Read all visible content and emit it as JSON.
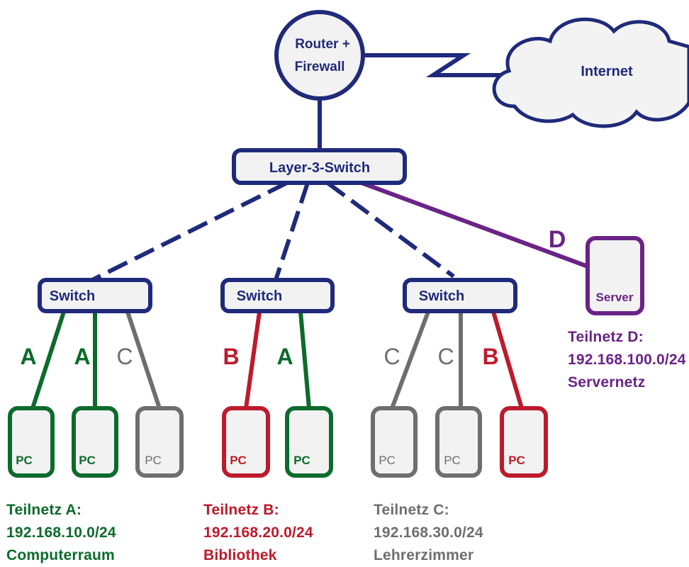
{
  "router": {
    "line1": "Router +",
    "line2": "Firewall"
  },
  "internet": {
    "label": "Internet"
  },
  "layer3": {
    "label": "Layer-3-Switch"
  },
  "switches": [
    {
      "label": "Switch"
    },
    {
      "label": "Switch"
    },
    {
      "label": "Switch"
    }
  ],
  "server": {
    "label": "Server",
    "link_label": "D"
  },
  "pcs": [
    {
      "label": "PC"
    },
    {
      "label": "PC"
    },
    {
      "label": "PC"
    },
    {
      "label": "PC"
    },
    {
      "label": "PC"
    },
    {
      "label": "PC"
    },
    {
      "label": "PC"
    },
    {
      "label": "PC"
    }
  ],
  "links": [
    {
      "label": "A"
    },
    {
      "label": "A"
    },
    {
      "label": "C"
    },
    {
      "label": "B"
    },
    {
      "label": "A"
    },
    {
      "label": "C"
    },
    {
      "label": "C"
    },
    {
      "label": "B"
    }
  ],
  "subnets": {
    "a": {
      "title": "Teilnetz A:",
      "net": "192.168.10.0/24",
      "name": "Computerraum"
    },
    "b": {
      "title": "Teilnetz B:",
      "net": "192.168.20.0/24",
      "name": "Bibliothek"
    },
    "c": {
      "title": "Teilnetz C:",
      "net": "192.168.30.0/24",
      "name": "Lehrerzimmer"
    },
    "d": {
      "title": "Teilnetz D:",
      "net": "192.168.100.0/24",
      "name": "Servernetz"
    }
  },
  "colors": {
    "navy": "#1f2a7a",
    "green": "#0c6b2c",
    "red": "#bd1a2c",
    "gray": "#6e6e6e",
    "purple": "#6a2386",
    "box_fill": "#f2f2f2"
  }
}
